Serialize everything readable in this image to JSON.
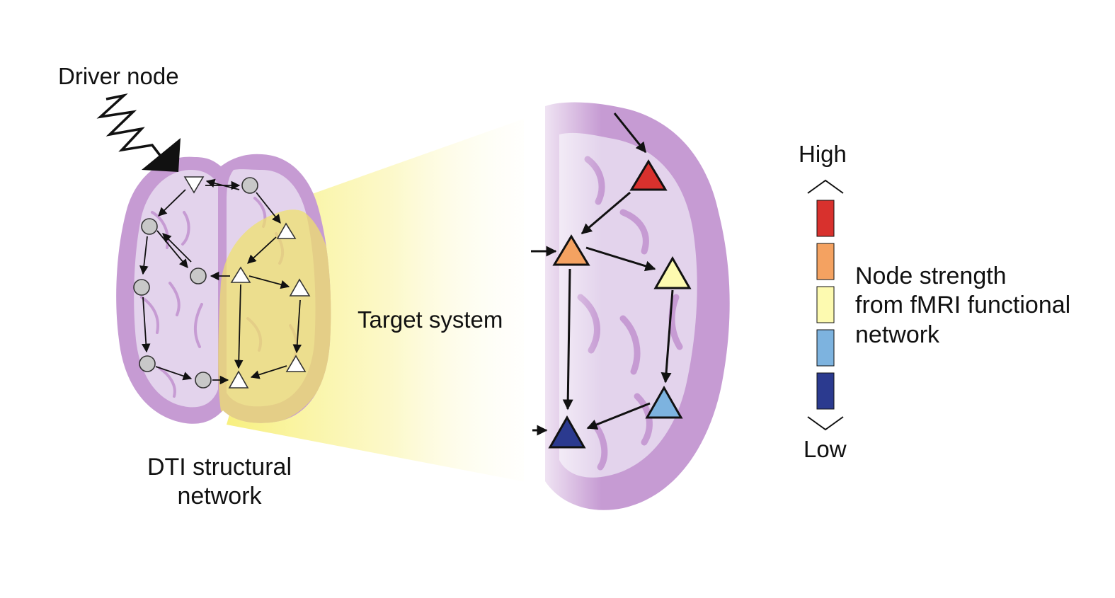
{
  "labels": {
    "driver_node": "Driver node",
    "target_system": "Target system",
    "dti_line1": "DTI structural",
    "dti_line2": "network"
  },
  "legend": {
    "high": "High",
    "low": "Low",
    "line1": "Node strength",
    "line2": "from fMRI functional",
    "line3": "network",
    "swatches": [
      "#d8312d",
      "#f4a261",
      "#fdfab0",
      "#7db3df",
      "#2b3a8f"
    ]
  },
  "colors": {
    "brain_outer": "#c69bd3",
    "brain_inner": "#e3d3ec",
    "highlight": "#f0e26a",
    "node_gray": "#c8c8c8",
    "arrow": "#111111"
  },
  "zoom_nodes": {
    "top": "#d8312d",
    "middle_left": "#f4a261",
    "middle_right": "#fdfab0",
    "lower_right": "#7db3df",
    "bottom_left": "#2b3a8f"
  }
}
